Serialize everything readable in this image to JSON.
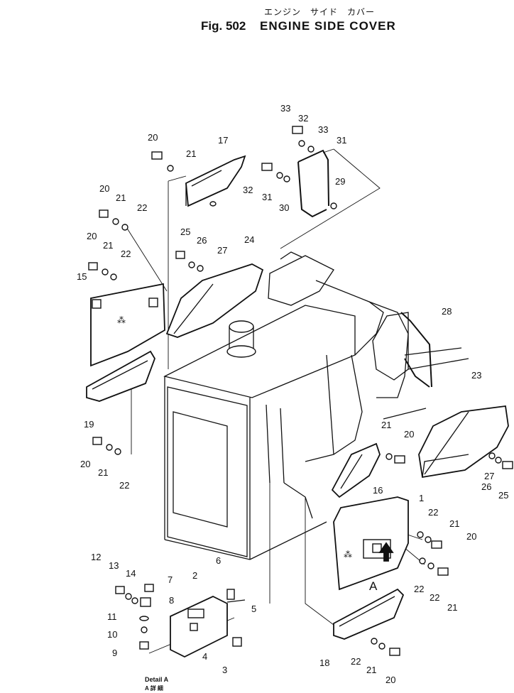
{
  "header": {
    "kana": "エンジン　サイド　カバー",
    "figure": "Fig. 502",
    "title": "ENGINE SIDE COVER"
  },
  "detail": {
    "label": "Detail A",
    "sub": "A 詳 細",
    "callout": "A"
  },
  "callouts": [
    "1",
    "2",
    "3",
    "4",
    "5",
    "6",
    "7",
    "8",
    "9",
    "10",
    "11",
    "12",
    "13",
    "14",
    "15",
    "16",
    "17",
    "18",
    "19",
    "20",
    "20",
    "20",
    "20",
    "20",
    "20",
    "20",
    "21",
    "21",
    "21",
    "21",
    "21",
    "21",
    "21",
    "22",
    "22",
    "22",
    "22",
    "22",
    "22",
    "23",
    "24",
    "25",
    "25",
    "26",
    "26",
    "27",
    "27",
    "28",
    "29",
    "30",
    "31",
    "31",
    "32",
    "32",
    "33",
    "33"
  ]
}
